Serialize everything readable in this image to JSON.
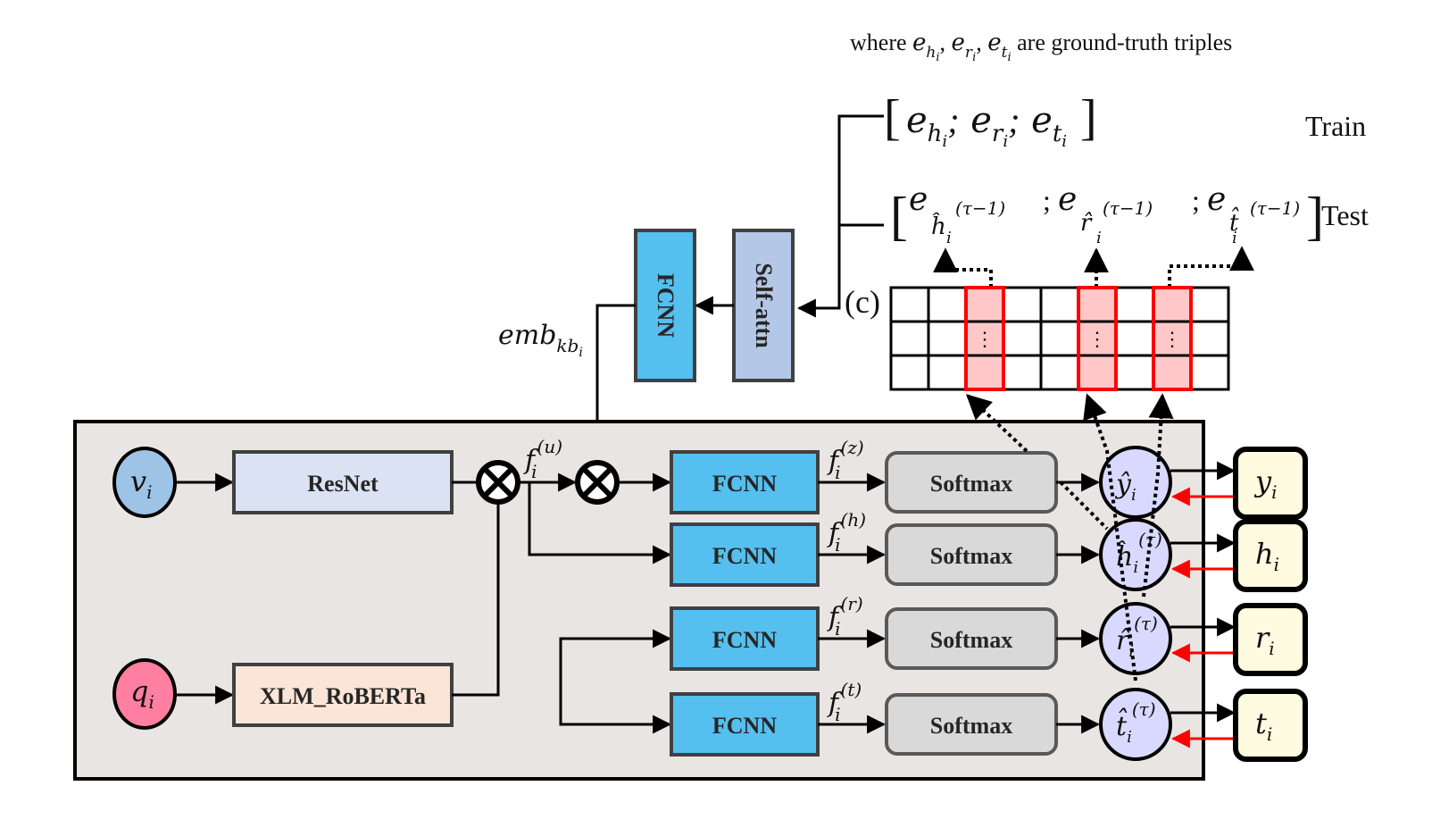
{
  "caption": {
    "prefix": "where ",
    "terms": [
      "e",
      "h",
      "i",
      "e",
      "r",
      "i",
      "e",
      "t",
      "i"
    ],
    "suffix": " are ground-truth triples",
    "full_text": "where e_{h_i}, e_{r_i}, e_{t_i} are ground-truth triples"
  },
  "train": {
    "label": "Train",
    "expression": "[e_{h_i}; e_{r_i}; e_{t_i}]"
  },
  "test": {
    "label": "Test",
    "expression": "[e_{ĥ_i^(τ−1)}; e_{r̂_i^(τ−1)}; e_{t̂_i^(τ−1)}]",
    "superscript": "(τ−1)"
  },
  "kb_block": {
    "fcnn_label": "FCNN",
    "self_attn_label": "Self-attn",
    "emb_label": "emb",
    "emb_sub": "kb",
    "emb_subsub": "i"
  },
  "matrix": {
    "label": "(c)",
    "rows": 3,
    "cols": 9,
    "highlighted_cols": [
      2,
      5,
      7
    ],
    "ellipsis": "⋮"
  },
  "inputs": {
    "image": {
      "symbol": "v",
      "sub": "i",
      "color": "#9dc3e6"
    },
    "question": {
      "symbol": "q",
      "sub": "i",
      "color": "#ff7fa0"
    }
  },
  "encoders": {
    "image": {
      "label": "ResNet",
      "color": "#dae3f3"
    },
    "text": {
      "label": "XLM_RoBERTa",
      "color": "#fbe5d6"
    }
  },
  "fusion": {
    "feature_label": "f",
    "feature_sub": "i",
    "feature_sup": "(u)",
    "operator_icon": "circle-times"
  },
  "branches": [
    {
      "fcnn": "FCNN",
      "feature_sup": "(z)",
      "softmax": "Softmax",
      "pred": "ŷ",
      "pred_sup": "",
      "target": "y"
    },
    {
      "fcnn": "FCNN",
      "feature_sup": "(h)",
      "softmax": "Softmax",
      "pred": "ĥ",
      "pred_sup": "(τ)",
      "target": "h"
    },
    {
      "fcnn": "FCNN",
      "feature_sup": "(r)",
      "softmax": "Softmax",
      "pred": "r̂",
      "pred_sup": "(τ)",
      "target": "r"
    },
    {
      "fcnn": "FCNN",
      "feature_sup": "(t)",
      "softmax": "Softmax",
      "pred": "t̂",
      "pred_sup": "(τ)",
      "target": "t"
    }
  ],
  "subscript_i": "i",
  "colors": {
    "fcnn": "#55bfef",
    "self_attn": "#b4c7e7",
    "softmax": "#d9d9d9",
    "pred_circle": "#d9d9ff",
    "target_box": "#fffbe0",
    "main_panel": "#e9e5e2",
    "highlight_fill": "#ffc7c7",
    "highlight_stroke": "#ff0000",
    "feedback_arrow": "#ff0000"
  }
}
